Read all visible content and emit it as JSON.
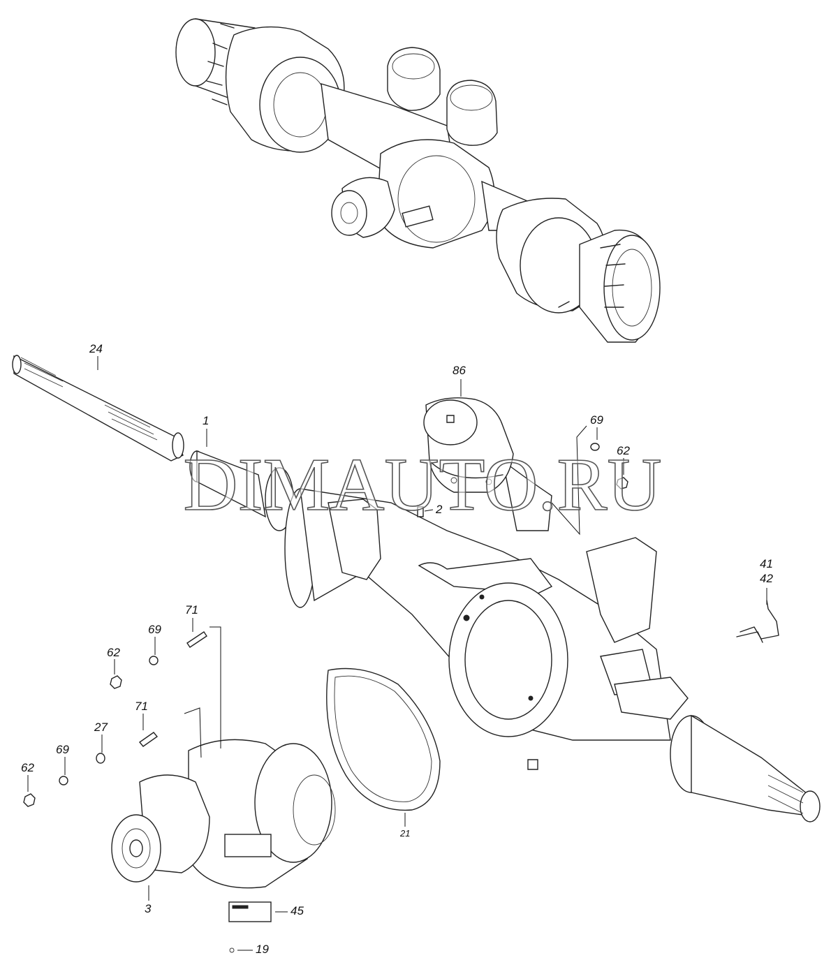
{
  "watermark": "DIMAUTO.RU",
  "callouts": [
    {
      "id": "24",
      "text": "24"
    },
    {
      "id": "1",
      "text": "1"
    },
    {
      "id": "86",
      "text": "86"
    },
    {
      "id": "69a",
      "text": "69"
    },
    {
      "id": "62a",
      "text": "62"
    },
    {
      "id": "2",
      "text": "2"
    },
    {
      "id": "41",
      "text": "41"
    },
    {
      "id": "42",
      "text": "42"
    },
    {
      "id": "71a",
      "text": "71"
    },
    {
      "id": "69b",
      "text": "69"
    },
    {
      "id": "62b",
      "text": "62"
    },
    {
      "id": "71b",
      "text": "71"
    },
    {
      "id": "27",
      "text": "27"
    },
    {
      "id": "69c",
      "text": "69"
    },
    {
      "id": "62c",
      "text": "62"
    },
    {
      "id": "21",
      "text": "21"
    },
    {
      "id": "3",
      "text": "3"
    },
    {
      "id": "45",
      "text": "45"
    },
    {
      "id": "19",
      "text": "19"
    }
  ]
}
